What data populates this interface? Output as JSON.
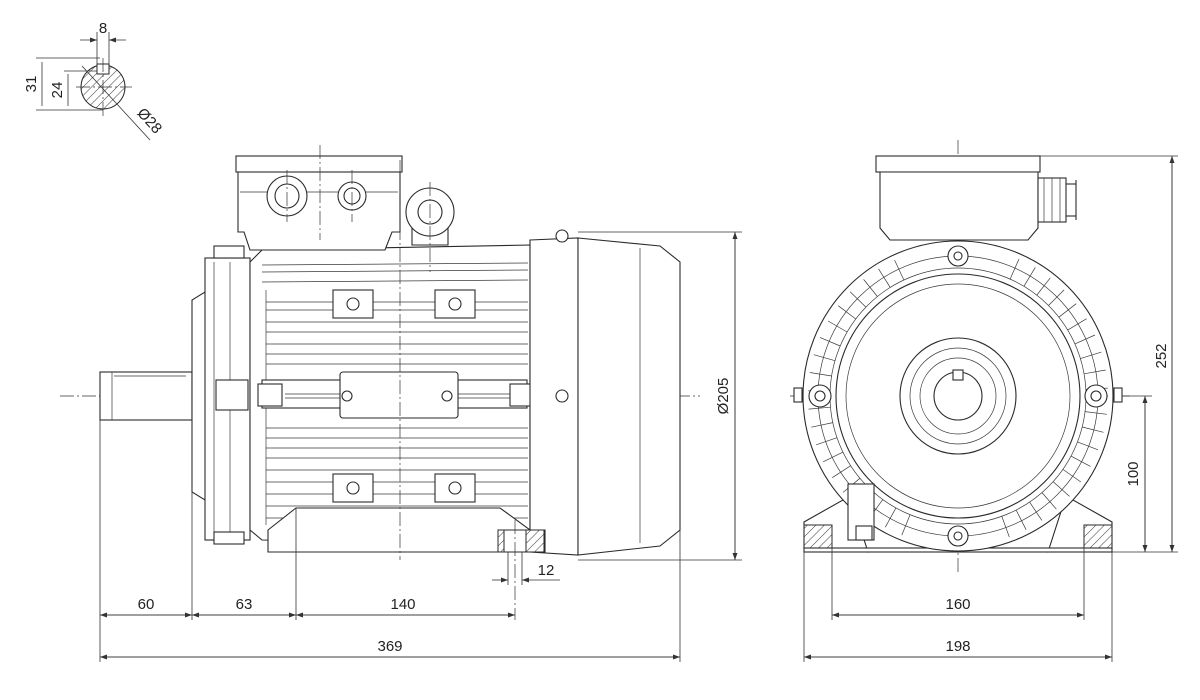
{
  "drawing": {
    "shaft_section": {
      "key_width": "8",
      "overall_height": "31",
      "inner_height": "24",
      "shaft_diameter": "Ø28"
    },
    "side_view": {
      "shaft_length": "60",
      "flange_to_foot_hole": "63",
      "foot_hole_spacing": "140",
      "foot_hole_width": "12",
      "overall_length": "369",
      "body_diameter": "Ø205"
    },
    "end_view": {
      "foot_hole_spacing": "160",
      "base_width": "198",
      "overall_height": "252",
      "shaft_center_height": "100"
    }
  }
}
